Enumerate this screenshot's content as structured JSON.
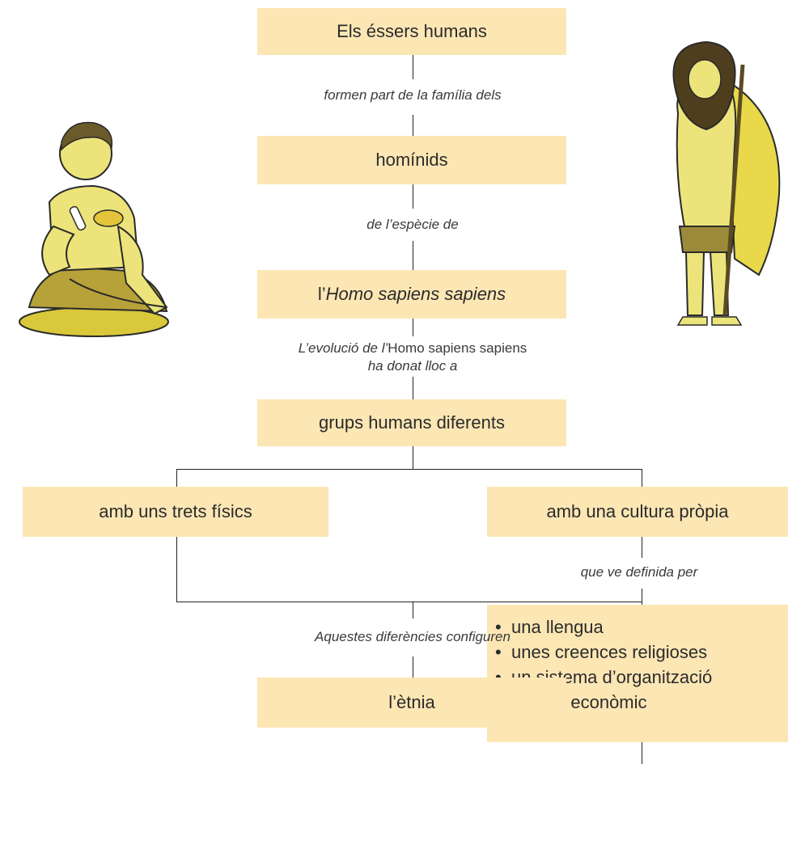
{
  "boxes": {
    "humans": "Els éssers humans",
    "hominids": "homínids",
    "homo_prefix": "l’",
    "homo_name": "Homo sapiens sapiens",
    "groups": "grups humans diferents",
    "physical": "amb uns trets físics",
    "culture": "amb una cultura pròpia",
    "ethnicity": "l’ètnia"
  },
  "connectors": {
    "c1": "formen part de la família dels",
    "c2": "de l’espècie de",
    "c3_a": "L’evolució de l’",
    "c3_b": "Homo sapiens sapiens",
    "c3_c": "ha donat lloc a",
    "c4": "que ve definida per",
    "c5": "Aquestes diferències configuren"
  },
  "features": {
    "bullet": "•",
    "items": [
      "una llengua",
      "unes creences religioses",
      "un sistema d’organització",
      "social i econòmic"
    ]
  },
  "colors": {
    "box_fill": "#fce6b4",
    "line": "#222222",
    "figure_yellow": "#e8d84a"
  },
  "illustrations": [
    "seated-caveman-icon",
    "standing-caveman-icon"
  ]
}
